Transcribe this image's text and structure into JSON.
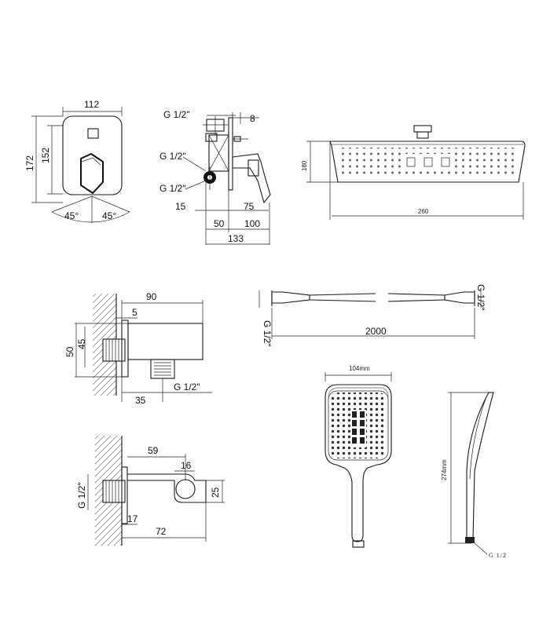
{
  "diagram": {
    "mixer_front": {
      "width": "112",
      "height_outer": "172",
      "height_inner": "152",
      "angle_left": "45°",
      "angle_right": "45°"
    },
    "mixer_side": {
      "conn_top": "G 1/2\"",
      "conn_mid": "G 1/2\"",
      "conn_bottom": "G 1/2\"",
      "d8": "8",
      "d15": "15",
      "d75": "75",
      "d50": "50",
      "d100": "100",
      "d133": "133"
    },
    "overhead_shower": {
      "height": "180",
      "width": "260"
    },
    "wall_outlet": {
      "d90": "90",
      "d5": "5",
      "d50": "50",
      "d45": "45",
      "d35": "35",
      "conn": "G 1/2\""
    },
    "hose": {
      "length": "2000",
      "conn_left": "G 1/2\"",
      "conn_right": "G 1/2\""
    },
    "spout": {
      "d59": "59",
      "d16": "16",
      "d25": "25",
      "d17": "17",
      "d72": "72",
      "conn": "G 1/2\""
    },
    "hand_shower": {
      "width": "104mm",
      "length": "274mm",
      "conn": "G 1/2"
    }
  }
}
